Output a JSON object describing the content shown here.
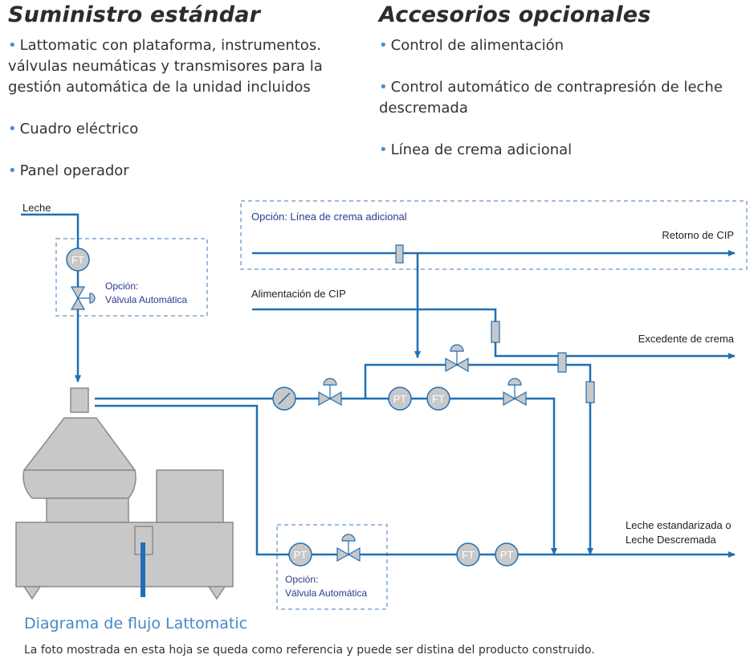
{
  "standard_supply": {
    "heading": "Suministro estándar",
    "items": [
      "Lattomatic con plataforma, instrumentos. válvulas neumáticas y transmisores para la gestión automática de la unidad incluidos",
      "Cuadro eléctrico",
      "Panel operador"
    ]
  },
  "optional_accessories": {
    "heading": "Accesorios opcionales",
    "items": [
      "Control de alimentación",
      "Control automático de contrapresión de leche descremada",
      "Línea de crema adicional"
    ]
  },
  "diagram": {
    "labels": {
      "leche": "Leche",
      "option_cream_line": "Opción: Línea de crema adicional",
      "cip_return": "Retorno de CIP",
      "cip_feed": "Alimentación de CIP",
      "cream_excess": "Excedente de crema",
      "output_line1": "Leche estandarizada o",
      "output_line2": "Leche Descremada",
      "option_top_line1": "Opción:",
      "option_top_line2": "Válvula Automática",
      "option_bottom_line1": "Opción:",
      "option_bottom_line2": "Válvula Automática"
    },
    "instruments": {
      "ft": "FT",
      "pt": "PT"
    },
    "colors": {
      "pipe": "#1f6fb3",
      "machine": "#c8c8c8",
      "dashed_box": "#7fa7cf"
    }
  },
  "caption": "Diagrama de flujo Lattomatic",
  "note": "La foto mostrada en esta hoja se queda como referencia y puede ser distina del producto construido."
}
